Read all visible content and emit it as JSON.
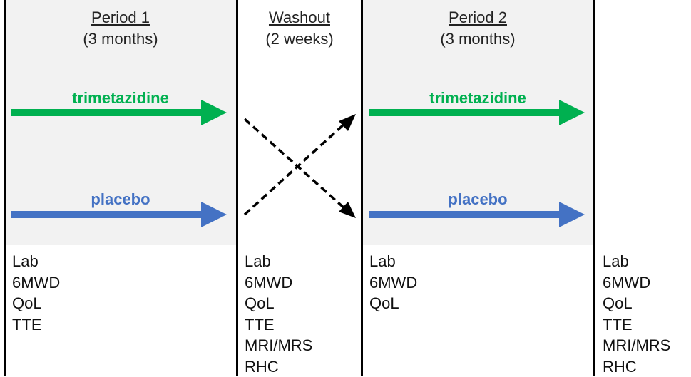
{
  "periods": [
    {
      "title": "Period 1",
      "subtitle": "(3 months)"
    },
    {
      "title": "Washout",
      "subtitle": "(2 weeks)"
    },
    {
      "title": "Period 2",
      "subtitle": "(3 months)"
    }
  ],
  "arms": {
    "treatment": {
      "label": "trimetazidine",
      "color": "#00b050"
    },
    "control": {
      "label": "placebo",
      "color": "#4472c4"
    }
  },
  "assessments": [
    [
      "Lab",
      "6MWD",
      "QoL",
      "TTE"
    ],
    [
      "Lab",
      "6MWD",
      "QoL",
      "TTE",
      "MRI/MRS",
      "RHC"
    ],
    [
      "Lab",
      "6MWD",
      "QoL"
    ],
    [
      "Lab",
      "6MWD",
      "QoL",
      "TTE",
      "MRI/MRS",
      "RHC"
    ]
  ]
}
